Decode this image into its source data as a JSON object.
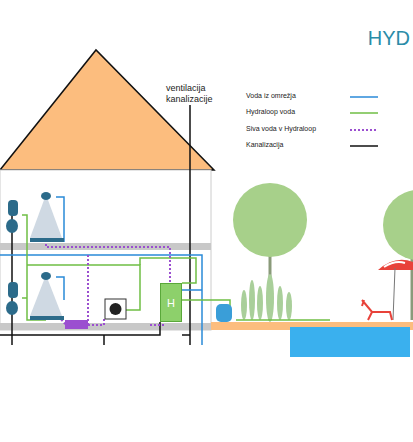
{
  "diagram": {
    "nodes": [
      {
        "text": [
          "H"
        ]
      }
    ],
    "edges": [],
    "labels": [
      "HYD",
      "ventilacija kanalizacije"
    ],
    "legend": [
      {
        "text": "Voda iz omrežja"
      },
      {
        "text": "Hydraloop voda"
      },
      {
        "text": "Siva voda v Hydraloop"
      },
      {
        "text": "Kanalizacija"
      }
    ]
  }
}
